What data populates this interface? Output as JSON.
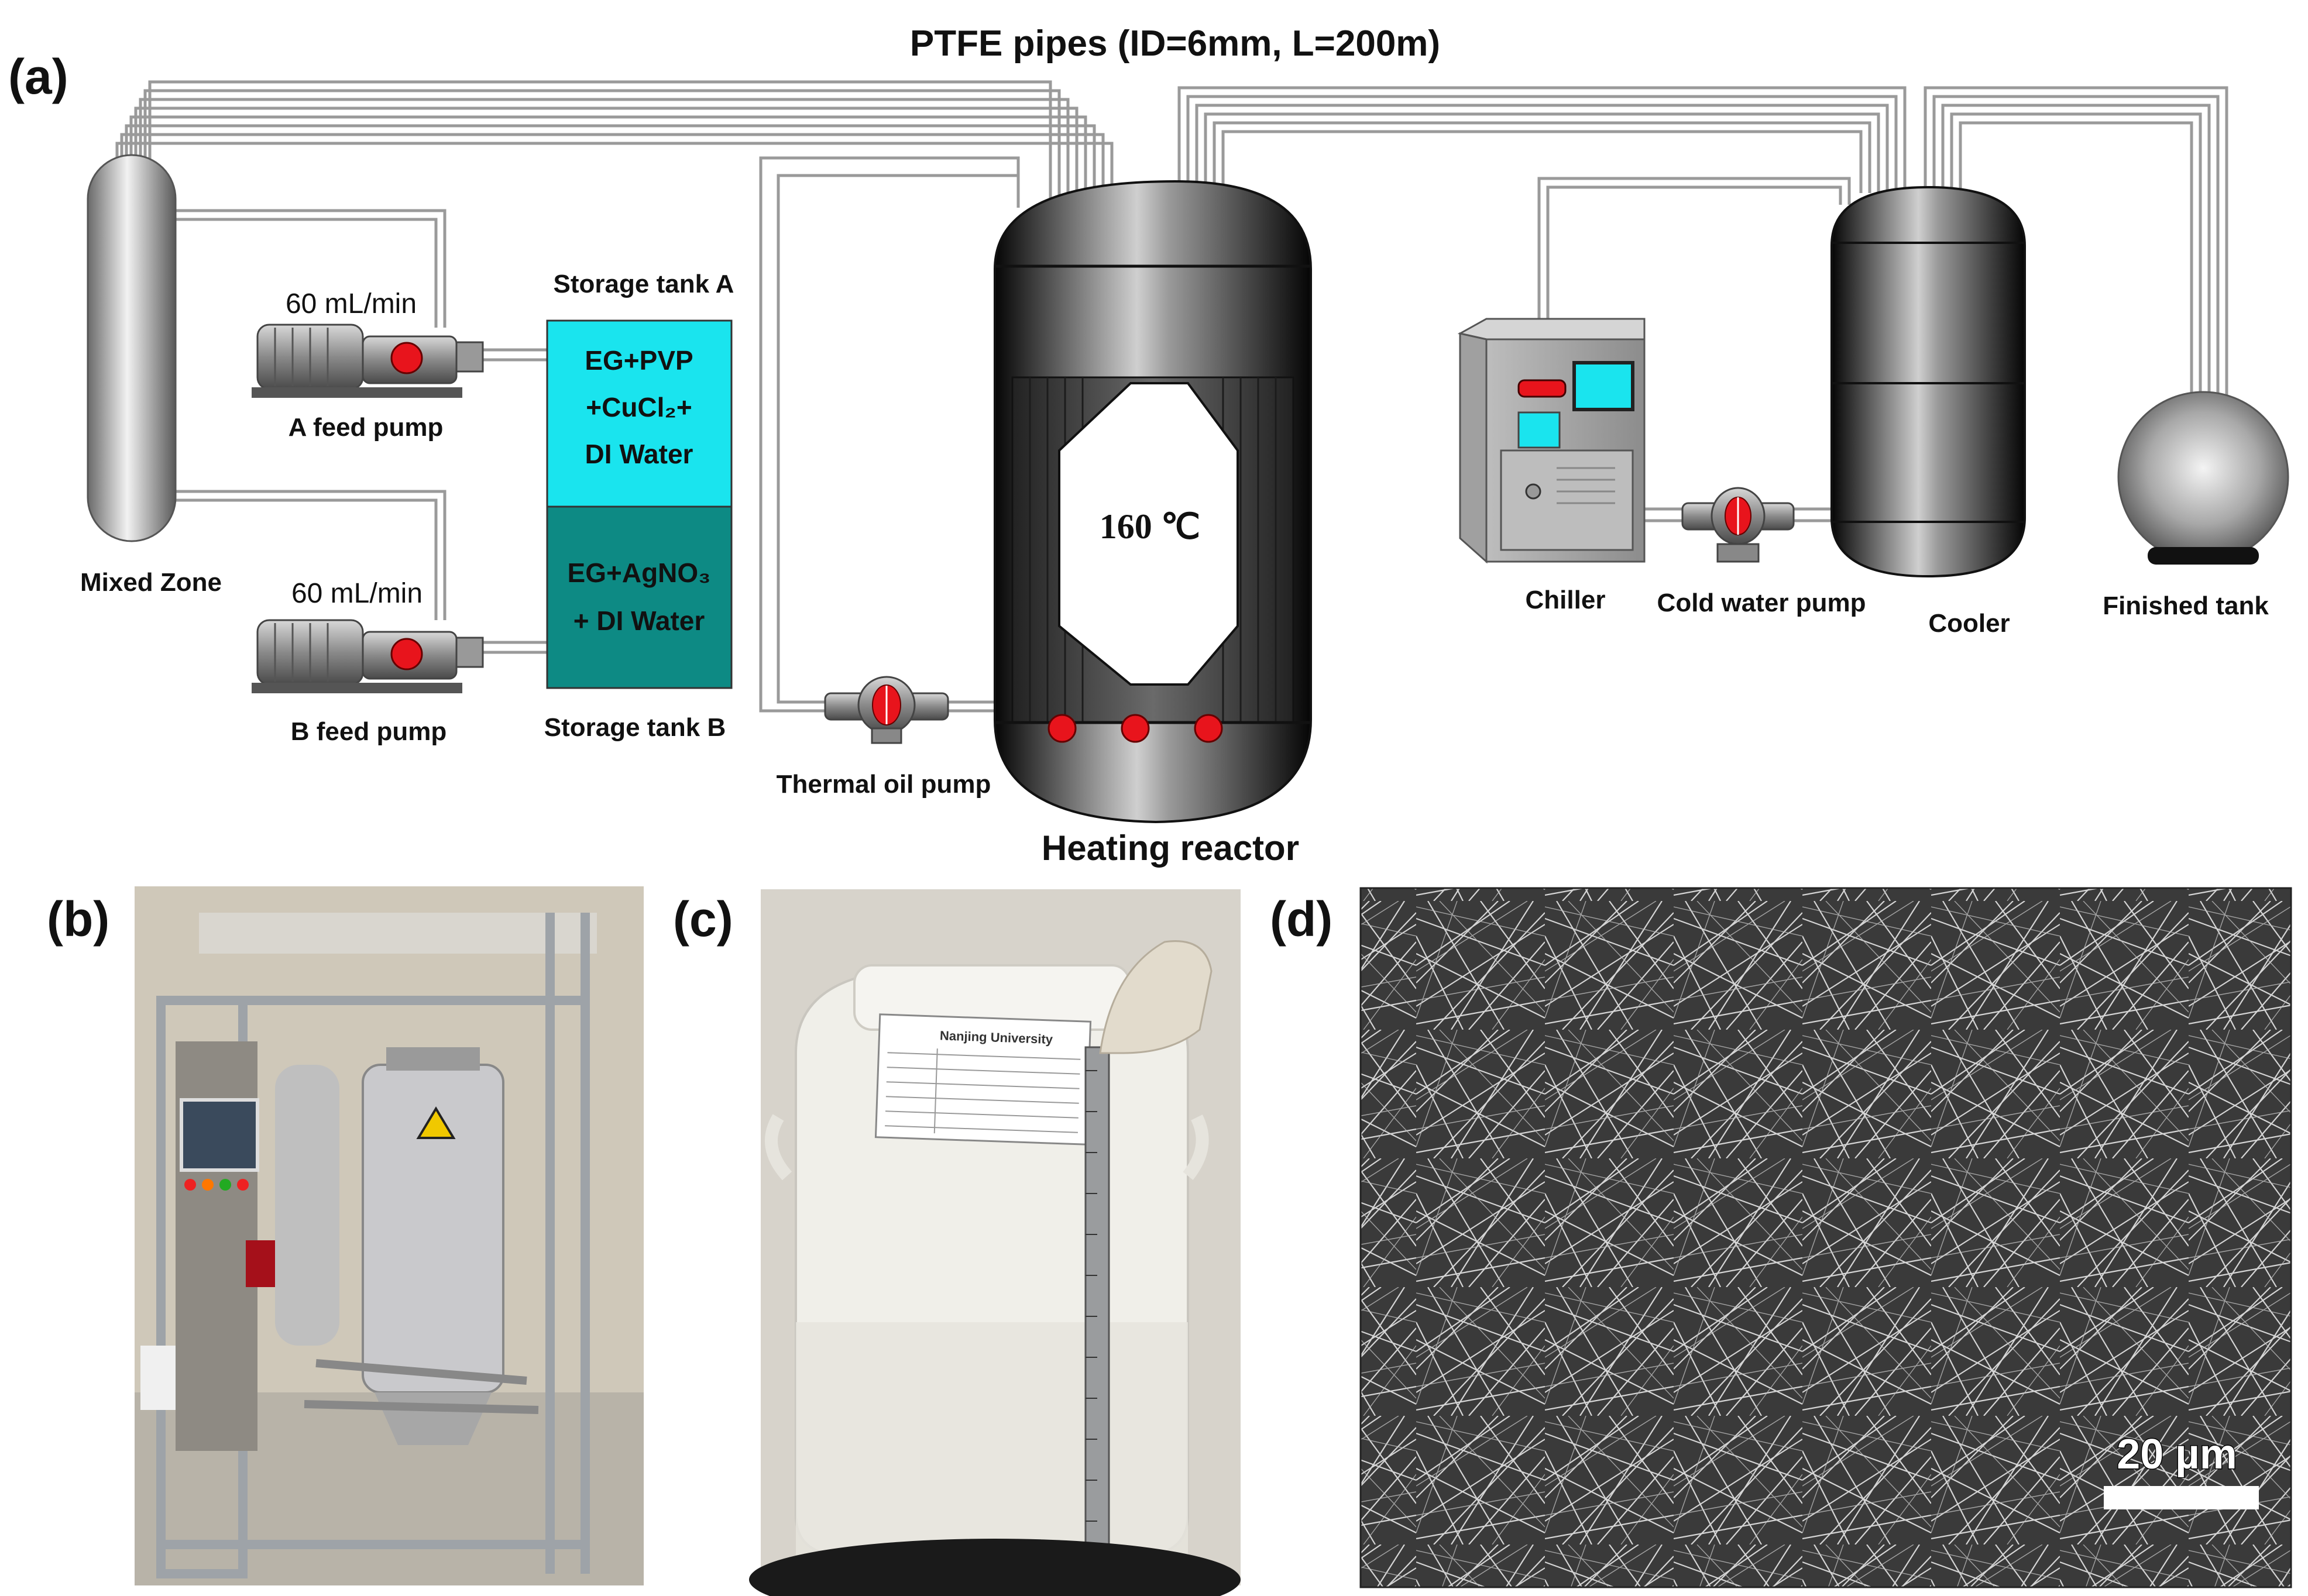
{
  "panels": {
    "a": "(a)",
    "b": "(b)",
    "c": "(c)",
    "d": "(d)"
  },
  "diagram": {
    "pipes_title": "PTFE pipes (ID=6mm, L=200m)",
    "mixed_zone": "Mixed Zone",
    "rate_a": "60 mL/min",
    "rate_b": "60 mL/min",
    "pump_a": "A feed pump",
    "pump_b": "B feed pump",
    "tank_a_title": "Storage tank A",
    "tank_a_line1": "EG+PVP",
    "tank_a_line2": "+CuCl₂+",
    "tank_a_line3": "DI Water",
    "tank_b_title": "Storage tank B",
    "tank_b_line1": "EG+AgNO₃",
    "tank_b_line2": "+ DI Water",
    "thermal_pump": "Thermal oil pump",
    "reactor": "Heating reactor",
    "reactor_temp": "160 ℃",
    "chiller": "Chiller",
    "cold_pump": "Cold water pump",
    "cooler": "Cooler",
    "finished": "Finished tank"
  },
  "photo_c": {
    "label_header": "Nanjing University"
  },
  "sem": {
    "scale_bar": "20 µm"
  },
  "colors": {
    "tank_a": "#1ae4ee",
    "tank_b": "#0d8a84",
    "pump_red": "#e8141c",
    "reactor_dark": "#1a1a1a",
    "sem_bg": "#3c3c3c"
  }
}
